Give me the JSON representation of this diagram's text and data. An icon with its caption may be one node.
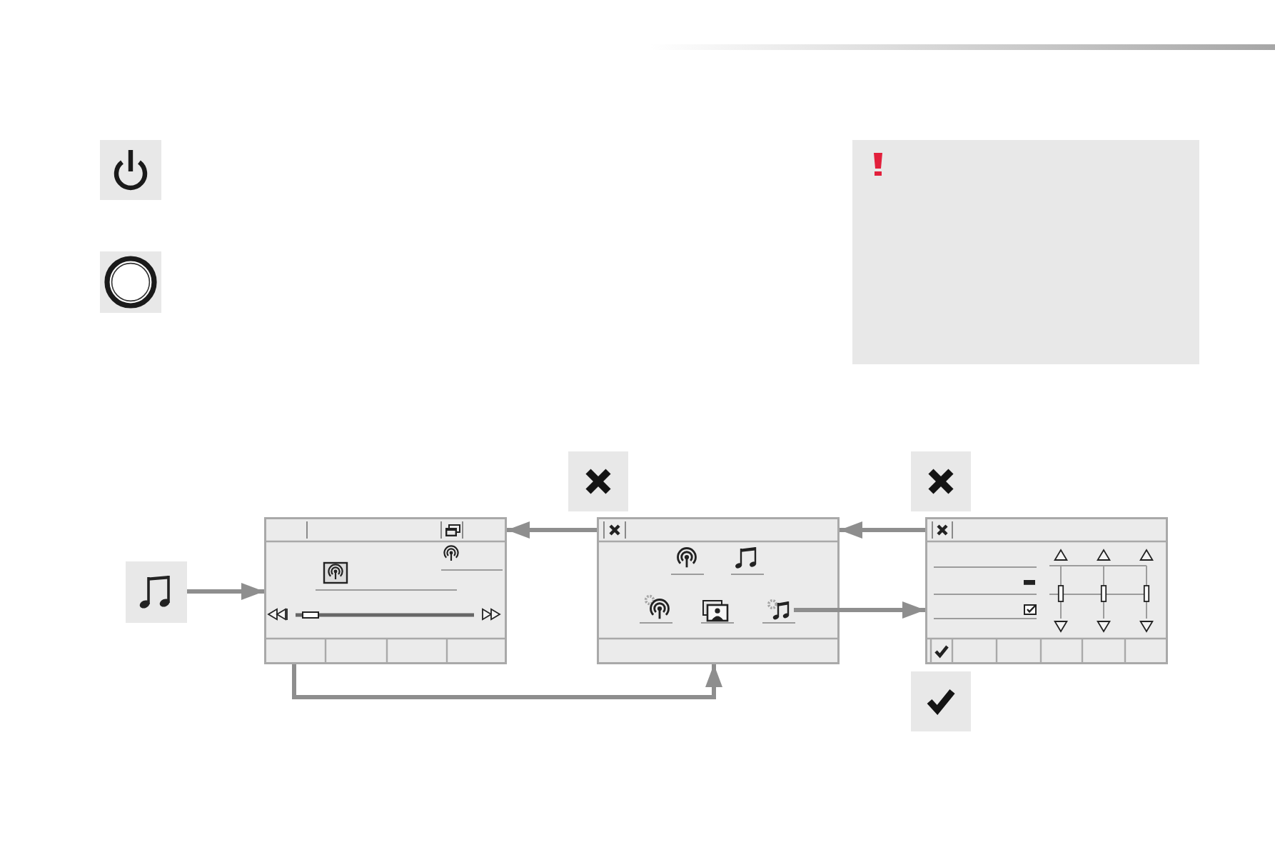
{
  "diagram": {
    "nodes": [
      {
        "text": [],
        "shape": "box"
      },
      {
        "text": [],
        "shape": "box"
      },
      {
        "text": [],
        "shape": "box"
      },
      {
        "text": [],
        "shape": "box"
      },
      {
        "text": [],
        "shape": "box"
      },
      {
        "text": [],
        "shape": "box"
      },
      {
        "text": [],
        "shape": "picture"
      },
      {
        "text": [],
        "shape": "picture"
      },
      {
        "text": [],
        "shape": "picture",
        "in": 7
      },
      {
        "text": [],
        "shape": "picture"
      },
      {
        "text": [],
        "shape": "box"
      }
    ],
    "edges": [
      {
        "from": 5,
        "to": 6,
        "arrow": "to"
      },
      {
        "from": 7,
        "to": 6,
        "arrow": "to"
      },
      {
        "from": 9,
        "to": 7,
        "arrow": "to"
      },
      {
        "from": 8,
        "to": 9,
        "arrow": "to"
      },
      {
        "from": 6,
        "to": 7,
        "arrow": "to"
      }
    ]
  }
}
